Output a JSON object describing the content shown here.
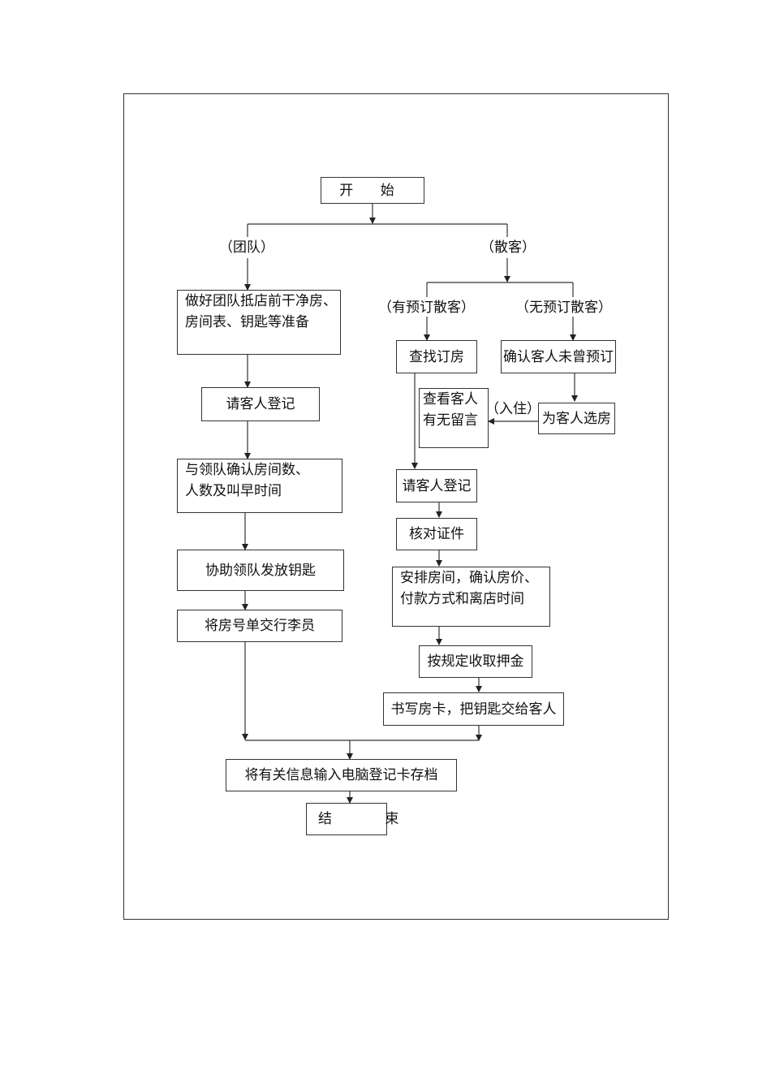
{
  "nodes": {
    "start": "开 始",
    "group_prep_1": "做好团队抵店前干净房、",
    "group_prep_2": "房间表、钥匙等准备",
    "group_register": "请客人登记",
    "group_confirm_1": "与领队确认房间数、",
    "group_confirm_2": "人数及叫早时间",
    "group_key": "协助领队发放钥匙",
    "group_baggage": "将房号单交行李员",
    "find_booking": "查找订房",
    "confirm_no_booking": "确认客人未曾预订",
    "check_msg_1": "查看客人",
    "check_msg_2": "有无留言",
    "choose_room": "为客人选房",
    "ind_register": "请客人登记",
    "verify_id": "核对证件",
    "arrange_1": "安排房间，确认房价、",
    "arrange_2": "付款方式和离店时间",
    "deposit": "按规定收取押金",
    "room_card": "书写房卡，把钥匙交给客人",
    "record": "将有关信息输入电脑登记卡存档",
    "end": "结 束"
  },
  "labels": {
    "group": "（团队）",
    "individual": "（散客）",
    "booked": "（有预订散客）",
    "unbooked": "（无预订散客）",
    "checkin": "（入住）"
  }
}
